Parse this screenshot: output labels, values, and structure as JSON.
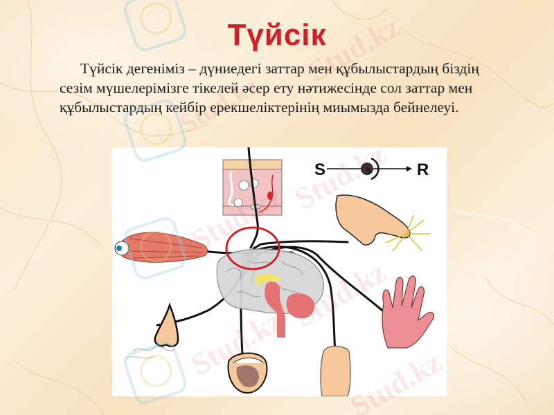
{
  "slide": {
    "title": "Түйсік",
    "body_lines": [
      "Түйсік дегеніміз – дүниедегі заттар мен құбылыстардың біздің",
      "сезім мүшелерімізге тікелей әсер ету нәтижесінде сол заттар мен",
      "құбылыстардың кейбір ерекшеліктерінің миымызда бейнелеуі."
    ],
    "colors": {
      "title": "#d0212a",
      "text": "#1a1a1a",
      "background": "#f8e6c8",
      "highlight_circle": "#d0212a"
    }
  },
  "figure": {
    "description": "Diagram of sense organs connected by nerve lines to the brain",
    "stimulus_label": "S",
    "response_label": "R",
    "elements": [
      "skin-section",
      "eye",
      "brain",
      "nose",
      "mouth-tongue",
      "foot",
      "hand-palm",
      "finger-touch",
      "s-r-schema"
    ]
  },
  "watermark": {
    "text": "Stud.kz"
  }
}
